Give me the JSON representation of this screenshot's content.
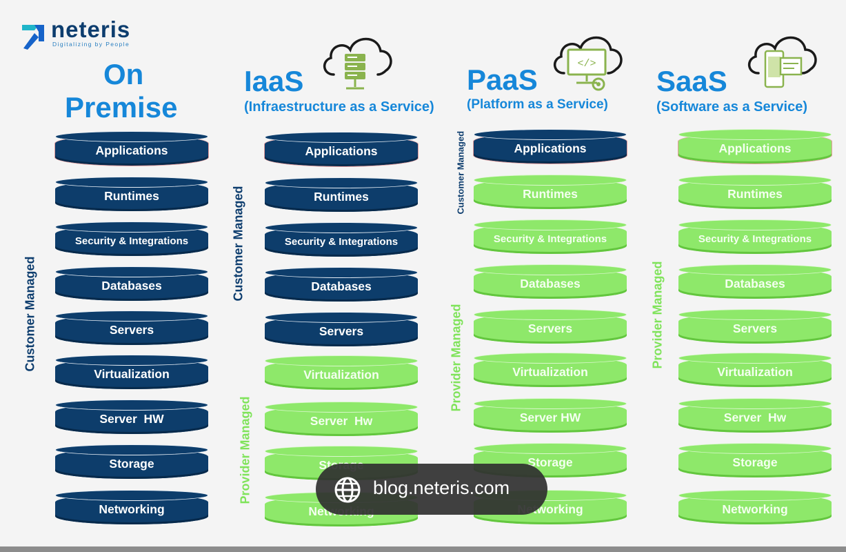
{
  "brand": {
    "name": "neteris",
    "tagline": "Digitalizing by People",
    "colors": {
      "navy": "#0d3d6b",
      "green": "#8ee86a",
      "title_blue": "#1687d9"
    }
  },
  "columns": [
    {
      "title_line1": "On",
      "title_line2": "Premise",
      "subtitle": "",
      "icon": "none",
      "side_labels": [
        "Customer Managed"
      ],
      "layers": [
        {
          "label": "Applications",
          "managed_by": "customer"
        },
        {
          "label": "Runtimes",
          "managed_by": "customer"
        },
        {
          "label": "Security & Integrations",
          "managed_by": "customer"
        },
        {
          "label": "Databases",
          "managed_by": "customer"
        },
        {
          "label": "Servers",
          "managed_by": "customer"
        },
        {
          "label": "Virtualization",
          "managed_by": "customer"
        },
        {
          "label": "Server  HW",
          "managed_by": "customer"
        },
        {
          "label": "Storage",
          "managed_by": "customer"
        },
        {
          "label": "Networking",
          "managed_by": "customer"
        }
      ]
    },
    {
      "title_line1": "IaaS",
      "subtitle": "(Infraestructure as a Service)",
      "icon": "cloud-server-icon",
      "side_labels": [
        "Customer Managed",
        "Provider Managed"
      ],
      "layers": [
        {
          "label": "Applications",
          "managed_by": "customer"
        },
        {
          "label": "Runtimes",
          "managed_by": "customer"
        },
        {
          "label": "Security & Integrations",
          "managed_by": "customer"
        },
        {
          "label": "Databases",
          "managed_by": "customer"
        },
        {
          "label": "Servers",
          "managed_by": "customer"
        },
        {
          "label": "Virtualization",
          "managed_by": "provider"
        },
        {
          "label": "Server  Hw",
          "managed_by": "provider"
        },
        {
          "label": "Storage",
          "managed_by": "provider"
        },
        {
          "label": "Networking",
          "managed_by": "provider"
        }
      ]
    },
    {
      "title_line1": "PaaS",
      "subtitle": "(Platform as a Service)",
      "icon": "cloud-code-icon",
      "side_labels": [
        "Customer Managed",
        "Provider Managed"
      ],
      "layers": [
        {
          "label": "Applications",
          "managed_by": "customer"
        },
        {
          "label": "Runtimes",
          "managed_by": "provider"
        },
        {
          "label": "Security & Integrations",
          "managed_by": "provider"
        },
        {
          "label": "Databases",
          "managed_by": "provider"
        },
        {
          "label": "Servers",
          "managed_by": "provider"
        },
        {
          "label": "Virtualization",
          "managed_by": "provider"
        },
        {
          "label": "Server HW",
          "managed_by": "provider"
        },
        {
          "label": "Storage",
          "managed_by": "provider"
        },
        {
          "label": "Networking",
          "managed_by": "provider"
        }
      ]
    },
    {
      "title_line1": "SaaS",
      "subtitle": "(Software as a Service)",
      "icon": "cloud-app-icon",
      "side_labels": [
        "Provider Managed"
      ],
      "layers": [
        {
          "label": "Applications",
          "managed_by": "provider"
        },
        {
          "label": "Runtimes",
          "managed_by": "provider"
        },
        {
          "label": "Security & Integrations",
          "managed_by": "provider"
        },
        {
          "label": "Databases",
          "managed_by": "provider"
        },
        {
          "label": "Servers",
          "managed_by": "provider"
        },
        {
          "label": "Virtualization",
          "managed_by": "provider"
        },
        {
          "label": "Server  Hw",
          "managed_by": "provider"
        },
        {
          "label": "Storage",
          "managed_by": "provider"
        },
        {
          "label": "Networking",
          "managed_by": "provider"
        }
      ]
    }
  ],
  "overlay": {
    "icon": "globe-icon",
    "text": "blog.neteris.com"
  }
}
